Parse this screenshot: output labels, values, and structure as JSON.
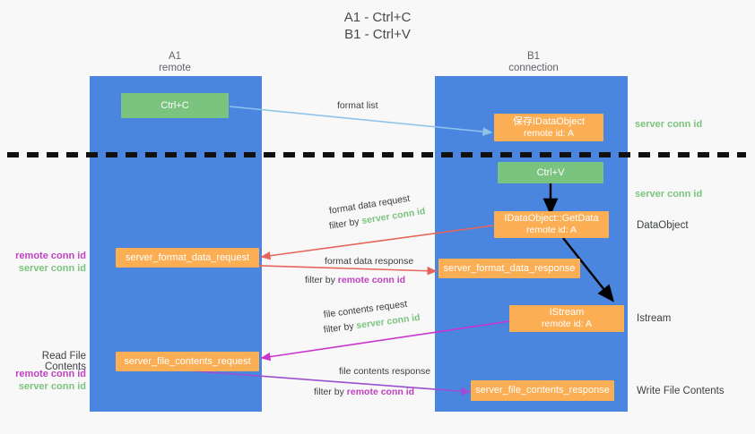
{
  "title": "A1 - Ctrl+C\nB1 - Ctrl+V",
  "colors": {
    "lane": "#4a86e0",
    "green_box": "#7bc47f",
    "orange_box": "#fcae54",
    "server_conn_id": "#7bc47f",
    "remote_conn_id": "#c040c0",
    "arrow_blue": "#8ec3ea",
    "arrow_red": "#e8655c",
    "arrow_magenta": "#cc33cc",
    "arrow_purple": "#9c4fd0",
    "arrow_black": "#000000",
    "background": "#f8f8f8"
  },
  "columns": [
    {
      "name": "A1",
      "sub": "remote"
    },
    {
      "name": "B1",
      "sub": "connection"
    }
  ],
  "boxes": {
    "ctrl_c": {
      "label": "Ctrl+C"
    },
    "idataobject": {
      "line1": "保存IDataObject",
      "line2": "remote id: A"
    },
    "ctrl_v": {
      "label": "Ctrl+V"
    },
    "getdata": {
      "line1": "IDataObject::GetData",
      "line2": "remote id: A"
    },
    "format_data_request": {
      "label": "server_format_data_request"
    },
    "format_data_response": {
      "label": "server_format_data_response"
    },
    "istream": {
      "line1": "IStream",
      "line2": "remote id: A"
    },
    "file_contents_request": {
      "label": "server_file_contents_request"
    },
    "file_contents_response": {
      "label": "server_file_contents_response"
    }
  },
  "right_labels": {
    "server_conn_id_1": "server conn id",
    "server_conn_id_2": "server conn id",
    "dataobject": "DataObject",
    "istream": "Istream",
    "write_file_contents": "Write File Contents"
  },
  "left_labels": {
    "group1": {
      "remote": "remote conn id",
      "server": "server conn id"
    },
    "read_file_contents": "Read File Contents",
    "group2": {
      "remote": "remote conn id",
      "server": "server conn id"
    }
  },
  "edges": {
    "format_list": "format list",
    "format_data_request": {
      "line1": "format data request",
      "filter_prefix": "filter by ",
      "filter_key": "server conn id"
    },
    "format_data_response": {
      "line1": "format data response",
      "filter_prefix": "filter by ",
      "filter_key": "remote conn id"
    },
    "file_contents_request": {
      "line1": "file contents request",
      "filter_prefix": "filter by ",
      "filter_key": "server conn id"
    },
    "file_contents_response": {
      "line1": "file contents response",
      "filter_prefix": "filter by ",
      "filter_key": "remote conn id"
    }
  }
}
